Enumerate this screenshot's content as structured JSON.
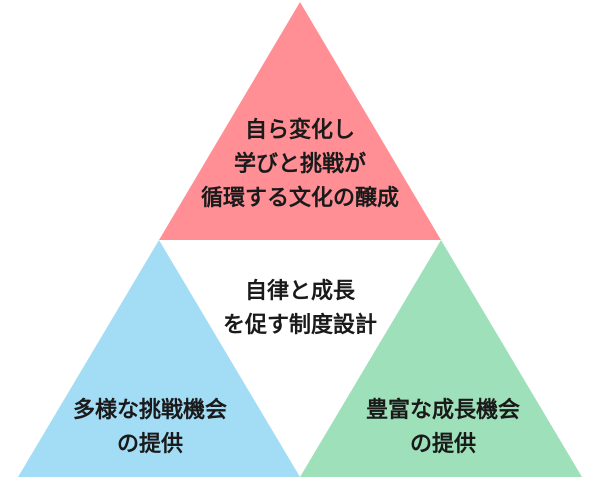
{
  "diagram": {
    "top": {
      "lines": [
        "自ら変化し",
        "学びと挑戦が",
        "循環する文化の醸成"
      ],
      "color": "#ff8f95"
    },
    "center": {
      "lines": [
        "自律と成長",
        "を促す制度設計"
      ],
      "color": "#ffffff"
    },
    "left": {
      "lines": [
        "多様な挑戦機会",
        "の提供"
      ],
      "color": "#a3dcf5"
    },
    "right": {
      "lines": [
        "豊富な成長機会",
        "の提供"
      ],
      "color": "#9ee0b9"
    }
  }
}
